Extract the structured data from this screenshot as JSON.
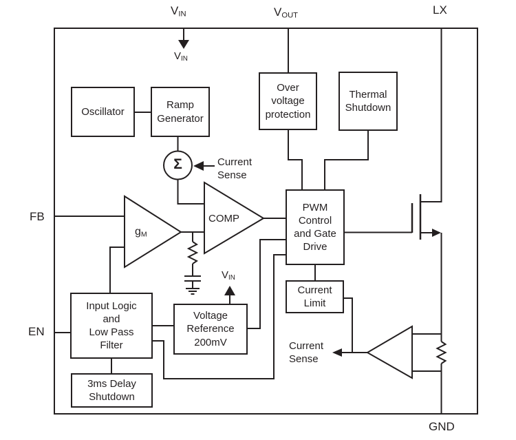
{
  "colors": {
    "ink": "#231f20",
    "background": "#ffffff"
  },
  "pins": {
    "vin_top": {
      "main": "V",
      "sub": "IN"
    },
    "vin_inner": {
      "main": "V",
      "sub": "IN"
    },
    "vin_ref": {
      "main": "V",
      "sub": "IN"
    },
    "vout": {
      "main": "V",
      "sub": "OUT"
    },
    "lx": "LX",
    "fb": "FB",
    "en": "EN",
    "gnd": "GND"
  },
  "blocks": {
    "oscillator": "Oscillator",
    "ramp_generator": "Ramp\nGenerator",
    "over_voltage_protection": "Over\nvoltage\nprotection",
    "thermal_shutdown": "Thermal\nShutdown",
    "pwm_control": "PWM\nControl\nand Gate\nDrive",
    "current_limit": "Current\nLimit",
    "input_logic": "Input Logic\nand\nLow Pass\nFilter",
    "voltage_reference": "Voltage\nReference\n200mV",
    "delay_shutdown": "3ms Delay\nShutdown"
  },
  "symbols": {
    "summing_junction": "Σ",
    "gm_amplifier": {
      "main": "g",
      "sub": "M"
    },
    "comparator": "COMP"
  },
  "annotations": {
    "current_sense_top": "Current\nSense",
    "current_sense_bottom": "Current\nSense"
  }
}
